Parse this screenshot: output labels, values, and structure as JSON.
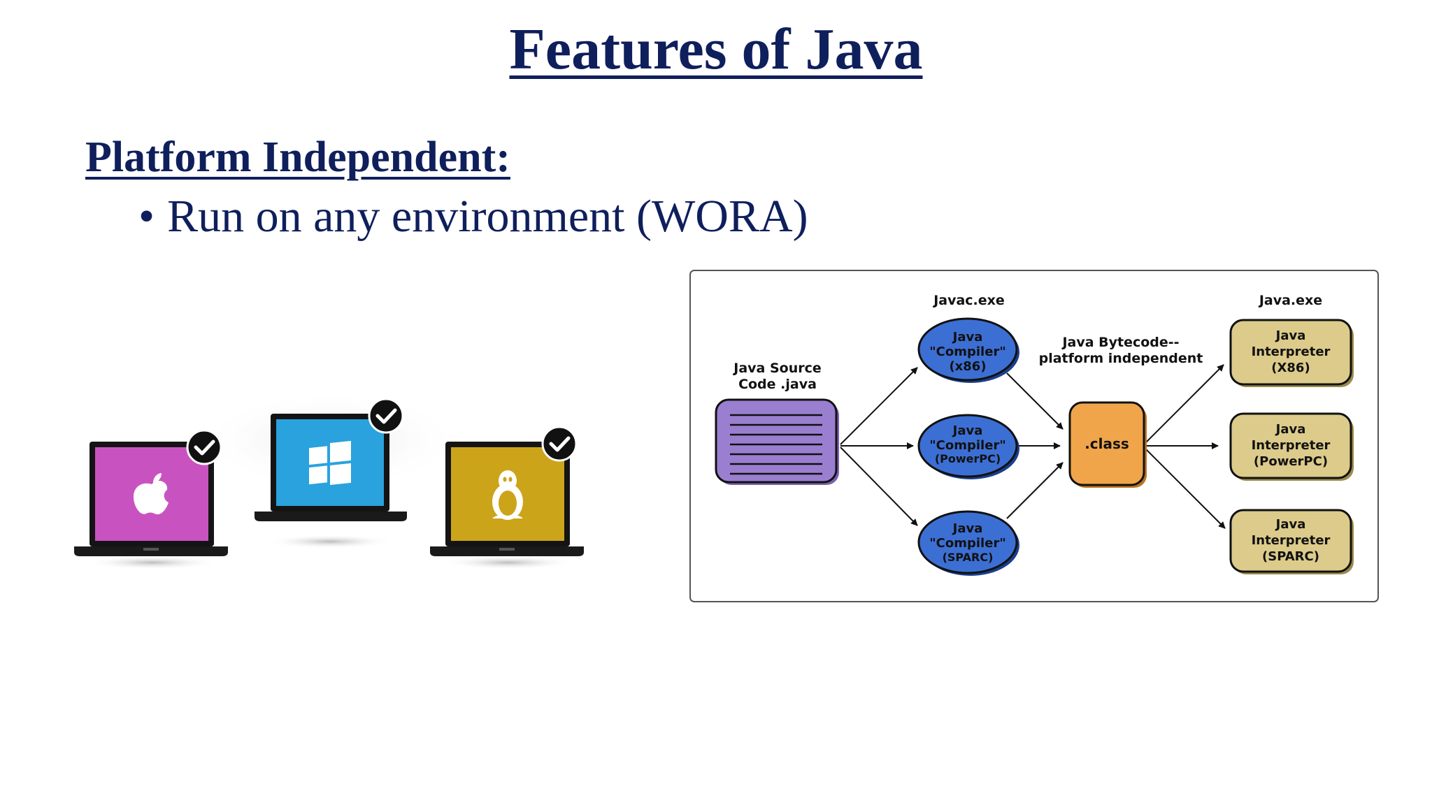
{
  "slide": {
    "title": "Features of Java",
    "subtitle": "Platform Independent:",
    "bullet_marker": "•",
    "bullet": "Run on any environment (WORA)"
  },
  "devices": [
    {
      "os": "mac",
      "icon": "apple-icon",
      "screen_color": "#c853c0"
    },
    {
      "os": "windows",
      "icon": "windows-icon",
      "screen_color": "#2aa2dd"
    },
    {
      "os": "linux",
      "icon": "linux-icon",
      "screen_color": "#cca41a"
    }
  ],
  "diagram": {
    "javac_label": "Javac.exe",
    "java_exe_label": "Java.exe",
    "source": {
      "line1": "Java Source",
      "line2": "Code .java"
    },
    "bytecode": {
      "line1": "Java Bytecode--",
      "line2": "platform independent"
    },
    "class_label": ".class",
    "compilers": [
      {
        "line1": "Java",
        "line2": "\"Compiler\"",
        "line3": "(x86)"
      },
      {
        "line1": "Java",
        "line2": "\"Compiler\"",
        "line3": "(PowerPC)"
      },
      {
        "line1": "Java",
        "line2": "\"Compiler\"",
        "line3": "(SPARC)"
      }
    ],
    "interpreters": [
      {
        "line1": "Java",
        "line2": "Interpreter",
        "line3": "(X86)"
      },
      {
        "line1": "Java",
        "line2": "Interpreter",
        "line3": "(PowerPC)"
      },
      {
        "line1": "Java",
        "line2": "Interpreter",
        "line3": "(SPARC)"
      }
    ],
    "colors": {
      "source": "#9a7fd0",
      "compiler": "#3c6fd4",
      "class": "#f0a54a",
      "interpreter": "#dccb8a"
    }
  }
}
